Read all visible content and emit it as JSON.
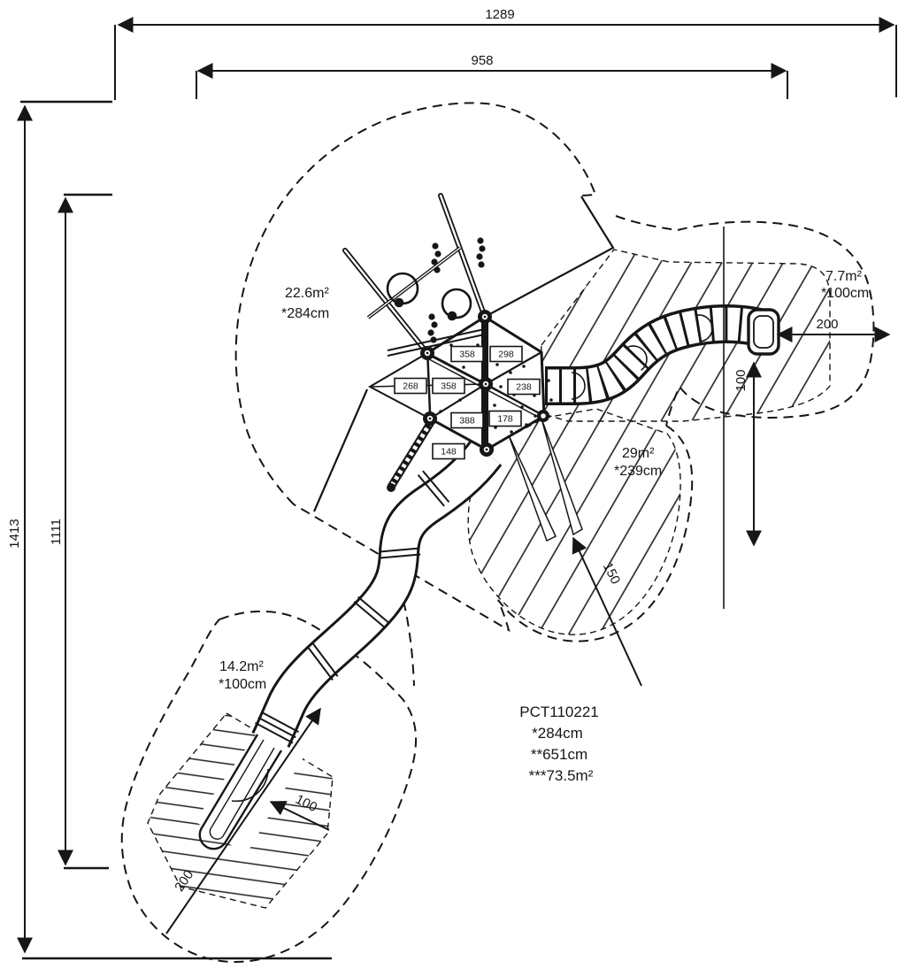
{
  "drawing": {
    "type": "playground equipment plan view",
    "product": {
      "code": "PCT110221",
      "spec1": "*284cm",
      "spec2": "**651cm",
      "spec3": "***73.5m²"
    },
    "dimensions": {
      "overall_width": "1289",
      "inner_width": "958",
      "overall_height": "1413",
      "inner_height": "1111",
      "right_zone_length": "200",
      "right_zone_width": "100",
      "mid_zone_length": "150",
      "exit_zone_width": "100",
      "exit_zone_length": "200"
    },
    "zones": {
      "climb": {
        "area": "22.6m²",
        "height": "*284cm"
      },
      "tunnel": {
        "area": "7.7m²",
        "height": "*100cm"
      },
      "mid": {
        "area": "29m²",
        "height": "*239cm"
      },
      "slide_exit": {
        "area": "14.2m²",
        "height": "*100cm"
      }
    },
    "panels": [
      "358",
      "298",
      "268",
      "358",
      "238",
      "388",
      "178",
      "148"
    ],
    "colors": {
      "line": "#161616",
      "background": "#ffffff"
    }
  }
}
